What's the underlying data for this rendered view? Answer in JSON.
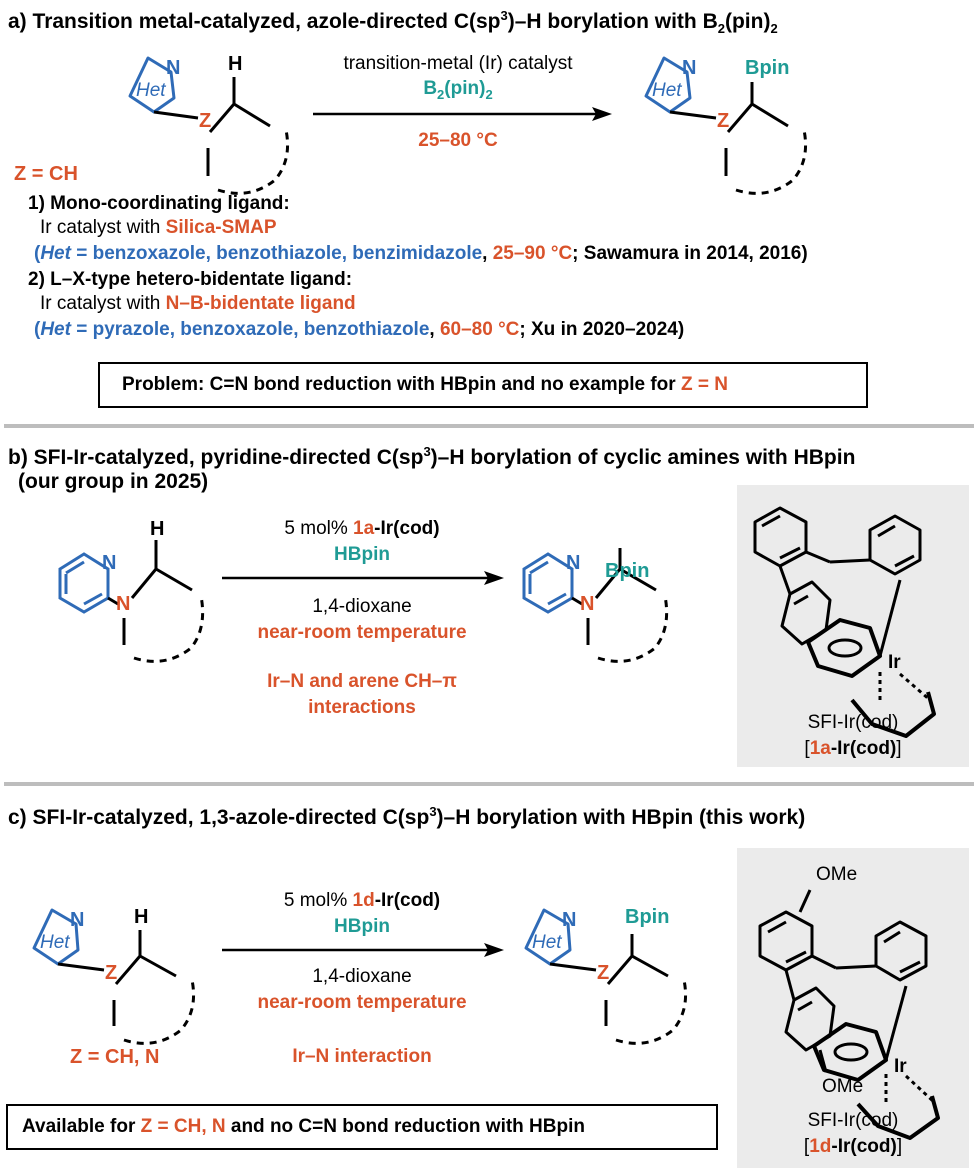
{
  "section_a": {
    "label": "a)",
    "title_main": "Transition metal-catalyzed, azole-directed C(sp",
    "title_sup": "3",
    "title_mid": ")–H borylation with B",
    "title_sub1": "2",
    "title_pin": "(pin)",
    "title_sub2": "2",
    "reaction": {
      "catalyst_line": "transition-metal (Ir) catalyst",
      "reagent_b": "B",
      "reagent_sub1": "2",
      "reagent_pin": "(pin)",
      "reagent_sub2": "2",
      "conditions": "25–80 °C"
    },
    "z_label": "Z = CH",
    "item1_title": "1) Mono-coordinating ligand:",
    "item1_line_prefix": "Ir catalyst with ",
    "item1_ligand": "Silica-SMAP",
    "item1_het_open": "(",
    "item1_het_word": "Het",
    "item1_het_list": " = benzoxazole, benzothiazole, benzimidazole",
    "item1_temp": "25–90 °C",
    "item1_ref": "; Sawamura in 2014, 2016)",
    "item1_comma": ", ",
    "item2_title": "2) L–X-type hetero-bidentate ligand:",
    "item2_line_prefix": "Ir catalyst with ",
    "item2_ligand": "N–B-bidentate ligand",
    "item2_het_open": "(",
    "item2_het_word": "Het",
    "item2_het_list": " = pyrazole, benzoxazole, benzothiazole",
    "item2_comma": ", ",
    "item2_temp": "60–80 °C",
    "item2_ref": "; Xu in 2020–2024)",
    "problem_prefix": "Problem: C=N bond reduction with HBpin and no example for ",
    "problem_z": "Z = N"
  },
  "section_b": {
    "label": "b)",
    "title_main": "SFI-Ir-catalyzed, pyridine-directed C(sp",
    "title_sup": "3",
    "title_rest": ")–H borylation of cyclic amines with HBpin",
    "title_line2": "(our group in 2025)",
    "reaction": {
      "loading": "5 mol% ",
      "catalyst_code": "1a",
      "catalyst_name": "-Ir(cod)",
      "reagent": "HBpin",
      "solvent": "1,4-dioxane",
      "temperature": "near-room temperature",
      "interaction_line1": "Ir–N and arene CH–π",
      "interaction_line2": "interactions"
    },
    "structure_caption1": "SFI-Ir(cod)",
    "structure_caption2_open": "[",
    "structure_caption2_code": "1a",
    "structure_caption2_name": "-Ir(cod)",
    "structure_caption2_close": "]"
  },
  "section_c": {
    "label": "c)",
    "title_main": "SFI-Ir-catalyzed, 1,3-azole-directed C(sp",
    "title_sup": "3",
    "title_rest": ")–H borylation with HBpin (this work)",
    "reaction": {
      "loading": "5 mol% ",
      "catalyst_code": "1d",
      "catalyst_name": "-Ir(cod)",
      "reagent": "HBpin",
      "solvent": "1,4-dioxane",
      "temperature": "near-room temperature",
      "interaction": "Ir–N interaction"
    },
    "z_label": "Z = CH, N",
    "available_prefix": "Available for ",
    "available_z": "Z = CH, N",
    "available_suffix": " and no C=N bond reduction with HBpin",
    "structure_caption1": "SFI-Ir(cod)",
    "structure_caption2_open": "[",
    "structure_caption2_code": "1d",
    "structure_caption2_name": "-Ir(cod)",
    "structure_caption2_close": "]"
  },
  "atoms": {
    "n": "N",
    "h": "H",
    "z": "Z",
    "het": "Het",
    "bpin": "Bpin",
    "ir": "Ir",
    "ome": "OMe"
  },
  "colors": {
    "red": "#D9532B",
    "teal": "#1F9B95",
    "blue": "#2F6BB7",
    "separator": "#BDBDBD",
    "panel": "#EBEBEB"
  }
}
